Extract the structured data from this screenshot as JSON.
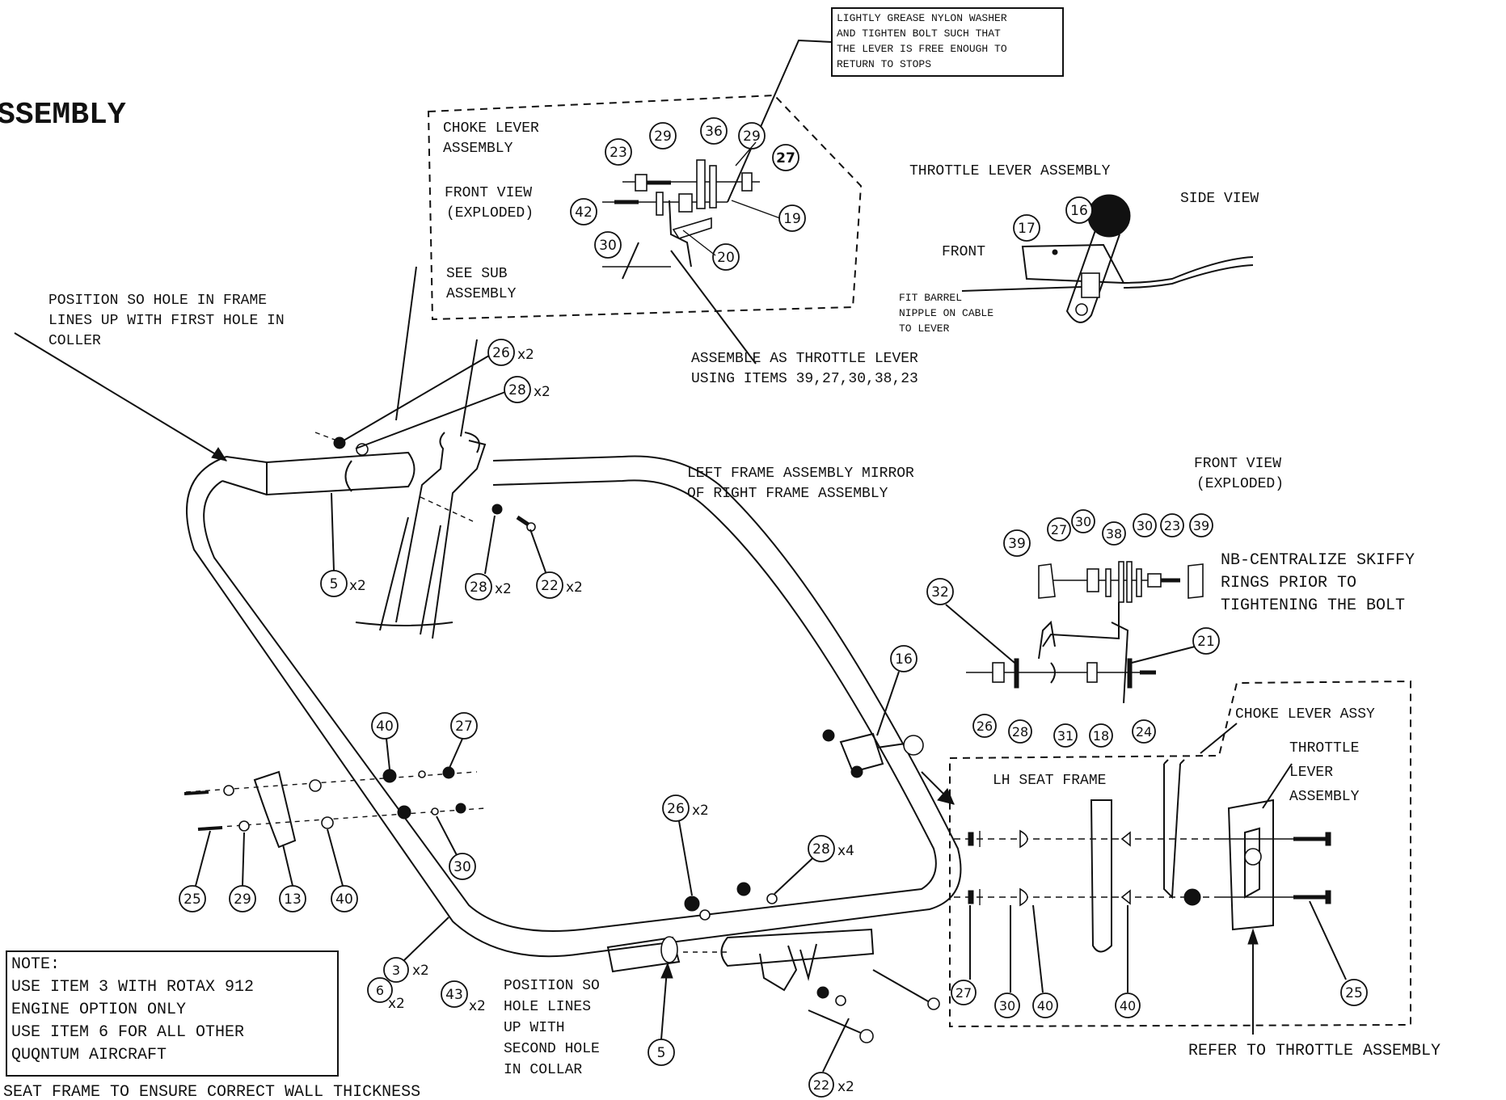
{
  "title": "SSEMBLY",
  "notes": {
    "grease": [
      "LIGHTLY GREASE NYLON WASHER",
      "AND TIGHTEN BOLT SUCH THAT",
      "THE LEVER IS FREE ENOUGH TO",
      "RETURN TO STOPS"
    ],
    "choke_lever_assembly": [
      "CHOKE LEVER",
      "ASSEMBLY"
    ],
    "front_view_exploded_top": [
      "FRONT VIEW",
      "(EXPLODED)"
    ],
    "see_sub_assembly": [
      "SEE SUB",
      "ASSEMBLY"
    ],
    "throttle_lever_assembly": "THROTTLE LEVER ASSEMBLY",
    "side_view": "SIDE VIEW",
    "front": "FRONT",
    "fit_barrel": [
      "FIT BARREL",
      "NIPPLE ON CABLE",
      "TO LEVER"
    ],
    "position_hole_frame": [
      "POSITION SO HOLE IN FRAME",
      "LINES UP WITH FIRST HOLE IN",
      "COLLER"
    ],
    "assemble_as_throttle": [
      "ASSEMBLE AS THROTTLE LEVER",
      "USING ITEMS 39,27,30,38,23"
    ],
    "left_frame_mirror": [
      "LEFT FRAME ASSEMBLY MIRROR",
      "OF RIGHT FRAME ASSEMBLY"
    ],
    "front_view_exploded_right": [
      "FRONT VIEW",
      "(EXPLODED)"
    ],
    "nb_centralize": [
      "NB-CENTRALIZE SKIFFY",
      "RINGS PRIOR TO",
      "TIGHTENING THE BOLT"
    ],
    "choke_lever_assy": "CHOKE LEVER ASSY",
    "throttle_lever_assembly_box": [
      "THROTTLE",
      "LEVER",
      "ASSEMBLY"
    ],
    "lh_seat_frame": "LH SEAT FRAME",
    "position_second_hole": [
      "POSITION SO",
      "HOLE LINES",
      "UP WITH",
      "SECOND HOLE",
      "IN COLLAR"
    ],
    "refer_throttle": "REFER TO THROTTLE ASSEMBLY",
    "note_box": [
      "NOTE:",
      "USE ITEM 3 WITH ROTAX 912",
      "ENGINE OPTION ONLY",
      "USE ITEM 6 FOR ALL OTHER",
      "QUQNTUM AIRCRAFT"
    ],
    "seat_frame_bottom": "SEAT FRAME TO ENSURE CORRECT WALL THICKNESS"
  },
  "callouts": {
    "c23a": "23",
    "c29a": "29",
    "c36": "36",
    "c29b": "29",
    "c27a": "27",
    "c42": "42",
    "c19": "19",
    "c30a": "30",
    "c20": "20",
    "c17": "17",
    "c16a": "16",
    "c26a": "26",
    "c26a_q": "x2",
    "c28a": "28",
    "c28a_q": "x2",
    "c5a": "5",
    "c5a_q": "x2",
    "c28b": "28",
    "c28b_q": "x2",
    "c22a": "22",
    "c22a_q": "x2",
    "c39a": "39",
    "c27b": "27",
    "c30b": "30",
    "c38": "38",
    "c30c": "30",
    "c23b": "23",
    "c39b": "39",
    "c32": "32",
    "c21": "21",
    "c26b": "26",
    "c28c": "28",
    "c31": "31",
    "c18": "18",
    "c24": "24",
    "c16b": "16",
    "c40a": "40",
    "c27c": "27",
    "c30d": "30",
    "c25a": "25",
    "c29c": "29",
    "c13": "13",
    "c40b": "40",
    "c26c": "26",
    "c26c_q": "x2",
    "c28d": "28",
    "c28d_q": "x4",
    "c3": "3",
    "c3_q": "x2",
    "c6": "6",
    "c6_q": "x2",
    "c43": "43",
    "c43_q": "x2",
    "c5b": "5",
    "c22b": "22",
    "c22b_q": "x2",
    "c27d": "27",
    "c30e": "30",
    "c40c": "40",
    "c40d": "40",
    "c25b": "25"
  }
}
